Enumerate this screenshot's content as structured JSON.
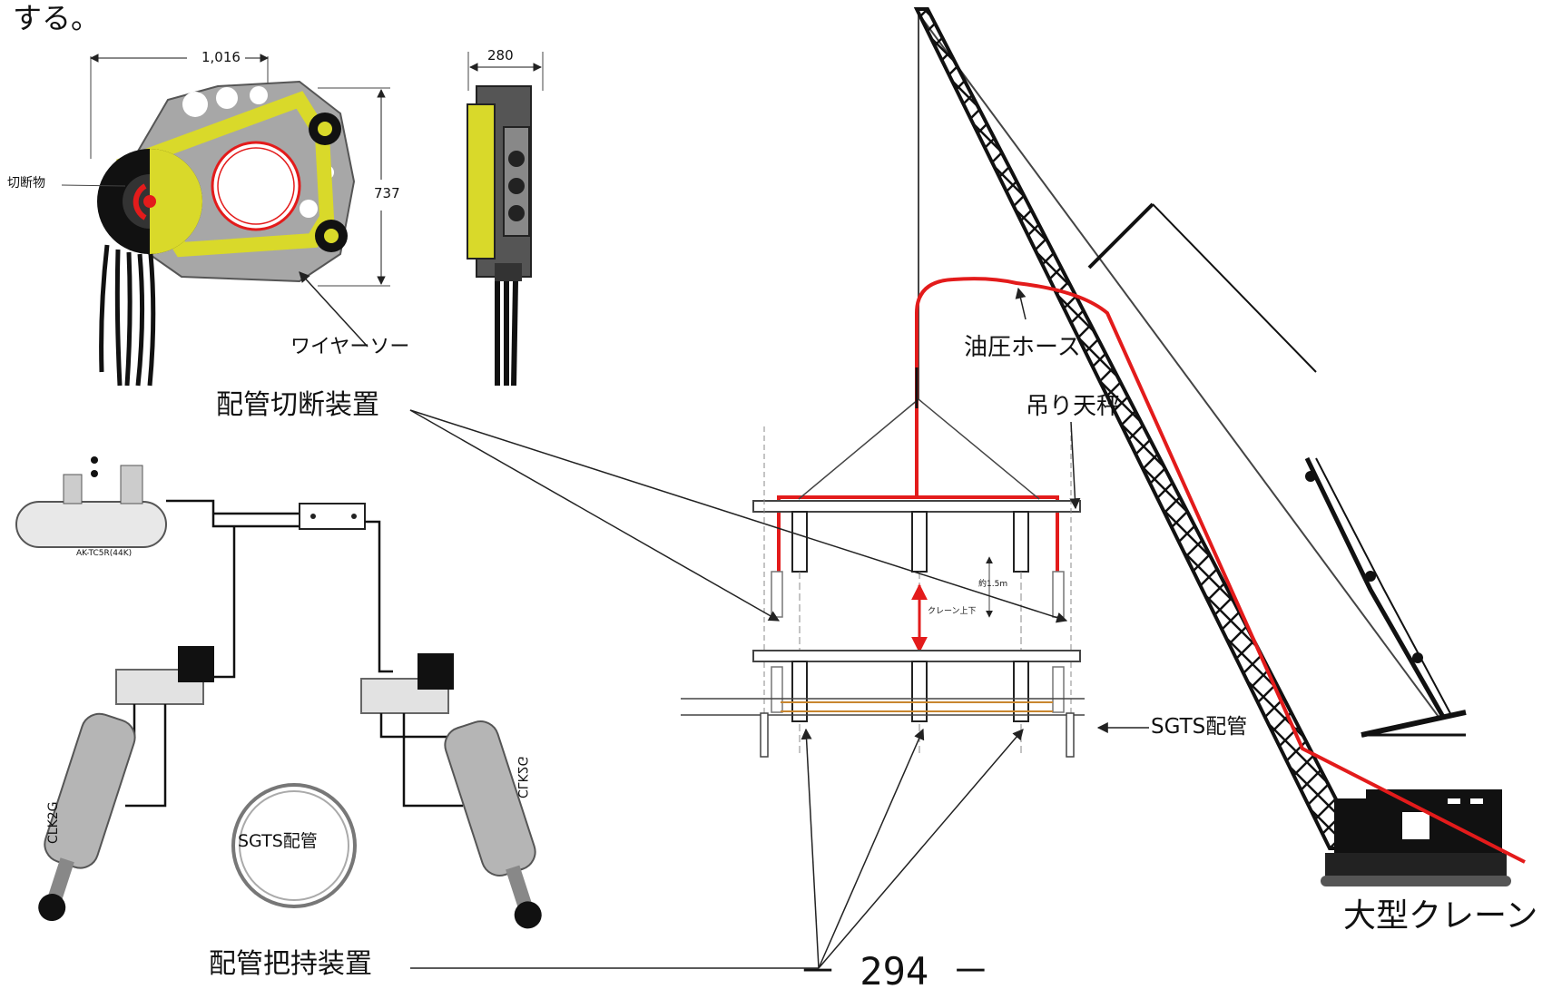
{
  "intro_fragment": "する。",
  "cutter": {
    "width_dim": "1,016",
    "height_dim": "737",
    "side_width_dim": "280",
    "cut_object_label": "切断物",
    "wire_saw_label": "ワイヤーソー"
  },
  "labels": {
    "pipe_cutting_device": "配管切断装置",
    "pipe_holding_device": "配管把持装置",
    "hydraulic_hose": "油圧ホース",
    "lifting_beam": "吊り天秤",
    "sgts_pipe_right": "SGTS配管",
    "large_crane": "大型クレーン",
    "page_number": "－ 294 －"
  },
  "pneumatic": {
    "compressor_model": "AK-TC5R(44K)",
    "cylinder_left": "CLK2G",
    "cylinder_right": "CLK2G",
    "sgts_pipe_circle": "SGTS配管"
  },
  "frame": {
    "crane_up_down": "クレーン上下",
    "approx_dim": "約1.5m"
  },
  "colors": {
    "hose_red": "#e31b1b",
    "cutter_yellow": "#d9d92a",
    "pipe_orange": "#c8862f"
  }
}
